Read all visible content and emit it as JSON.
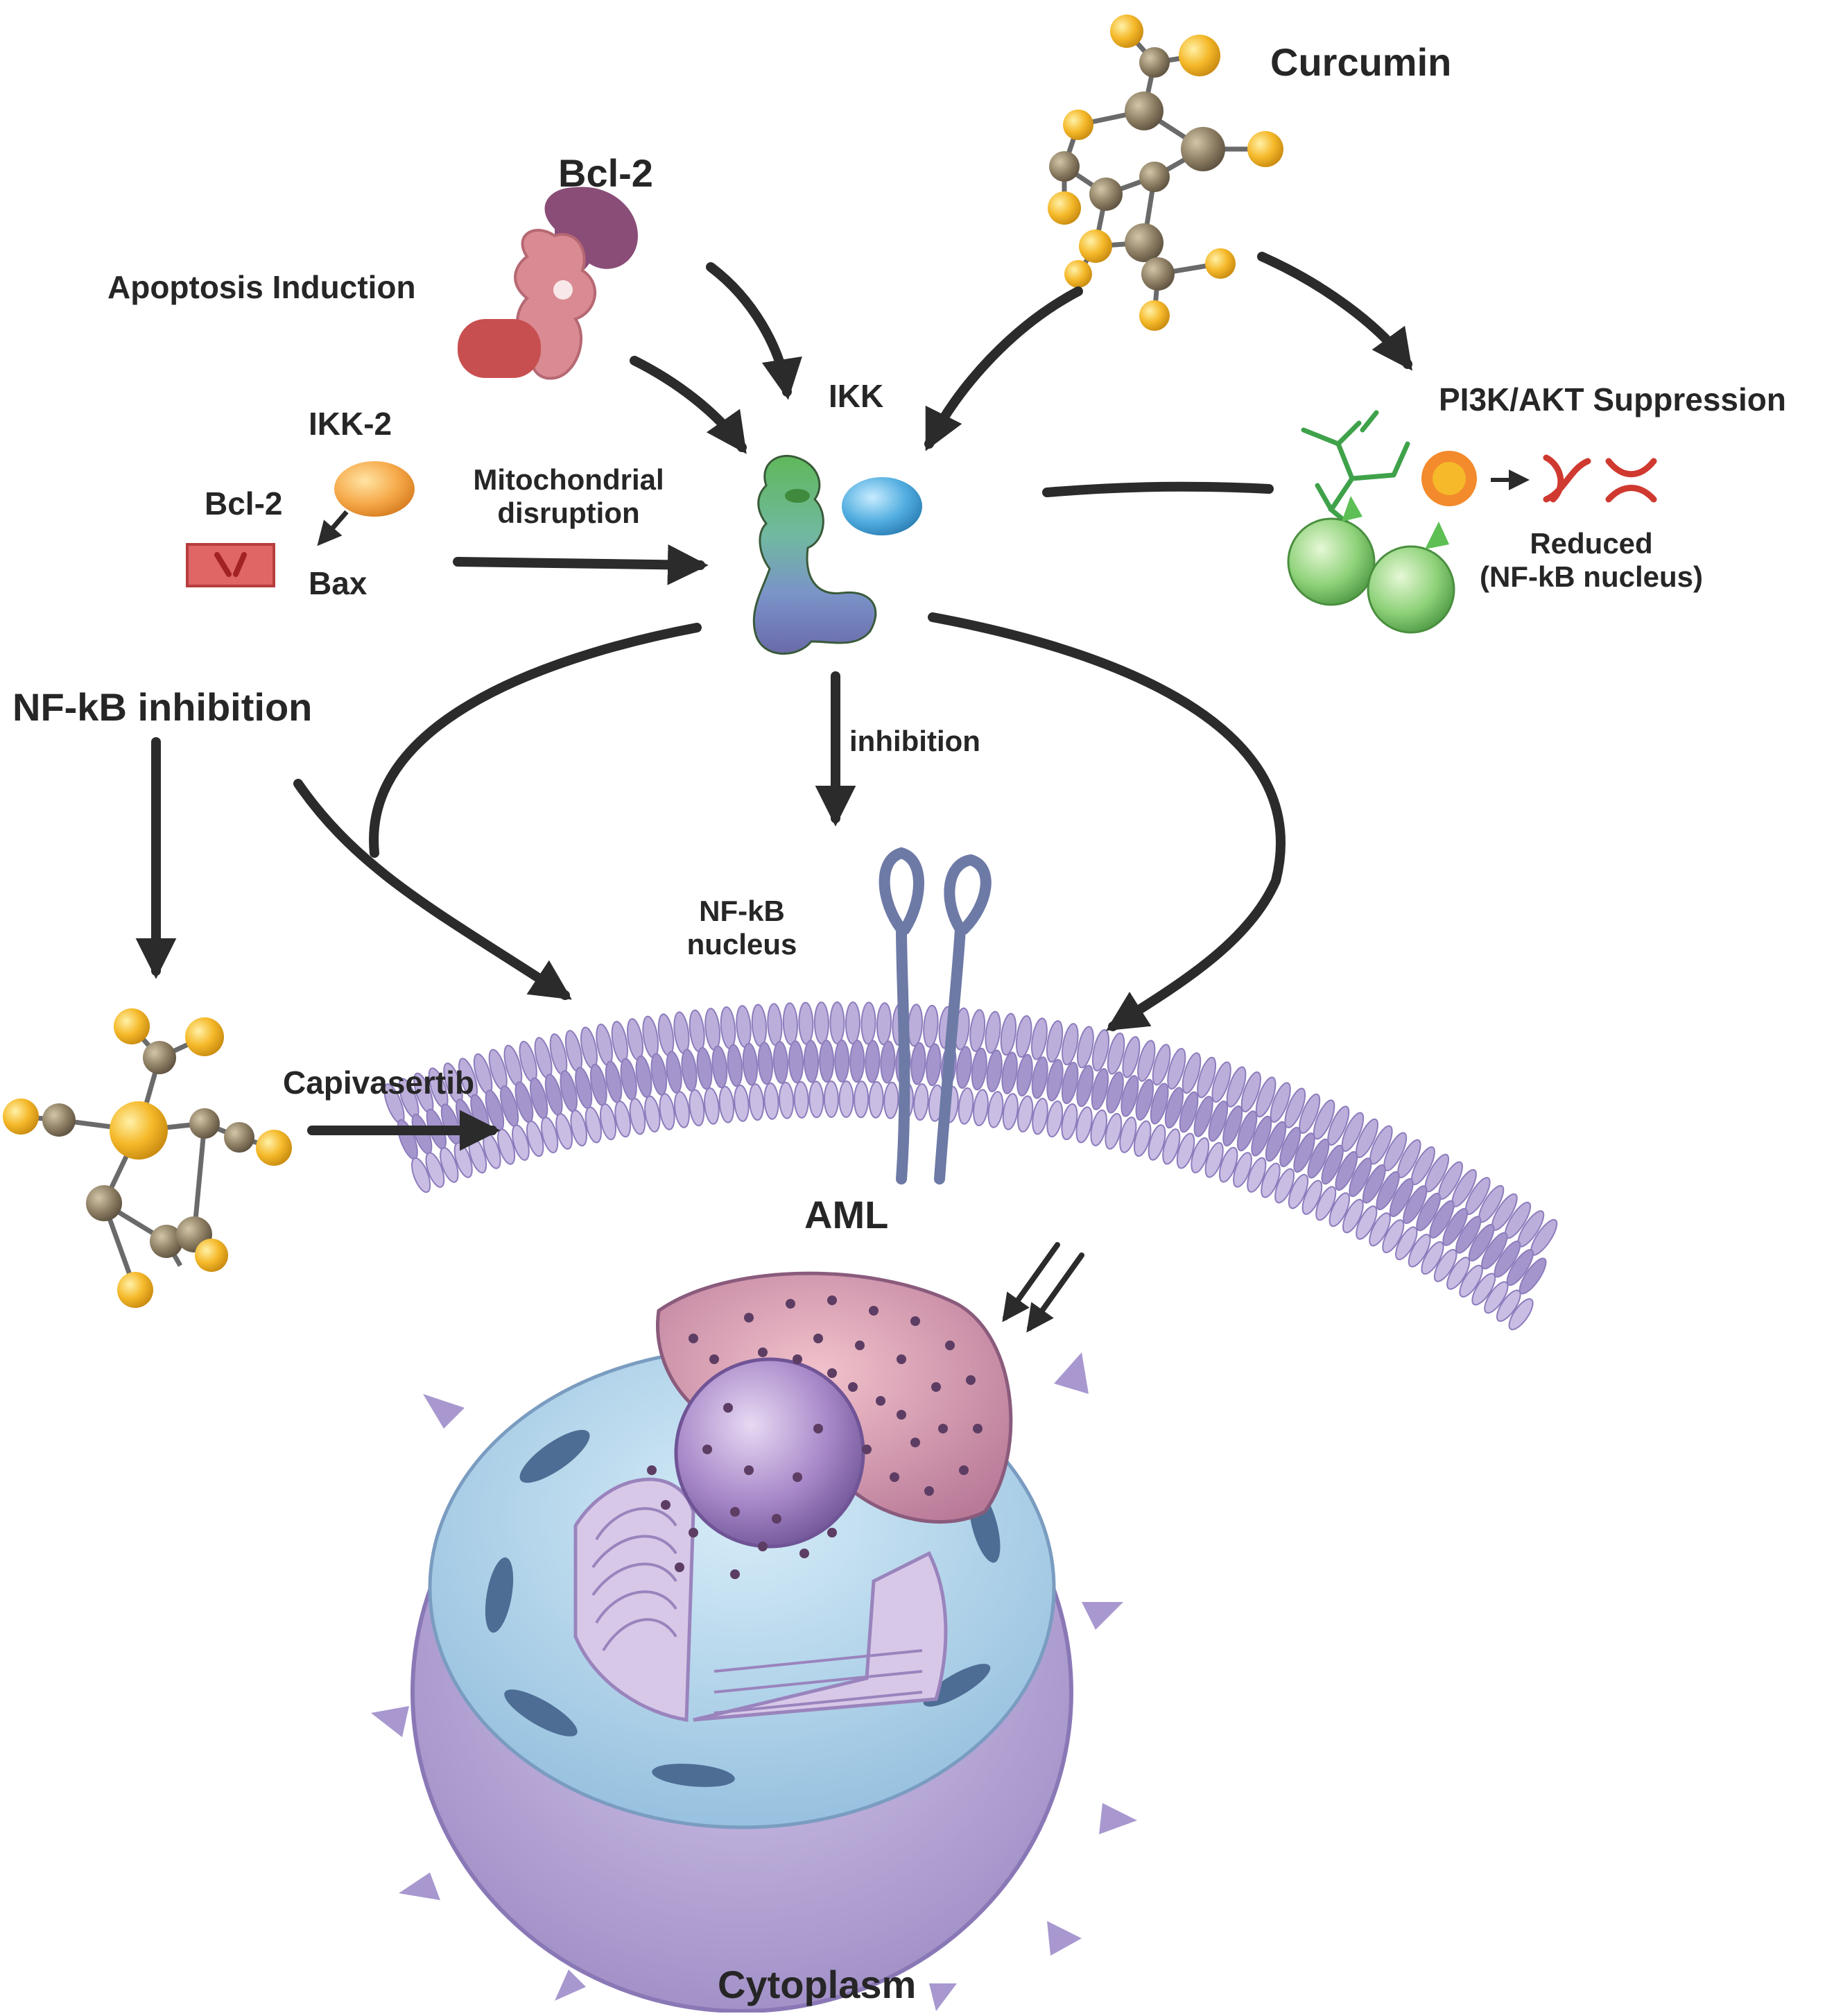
{
  "labels": {
    "curcumin": "Curcumin",
    "bcl2_top": "Bcl-2",
    "apoptosis_induction": "Apoptosis Induction",
    "ikk": "IKK",
    "pi3k_akt": "PI3K/AKT Suppression",
    "ikk2": "IKK-2",
    "bcl2_small": "Bcl-2",
    "bax": "Bax",
    "mito_line1": "Mitochondrial",
    "mito_line2": "disruption",
    "reduced_line1": "Reduced",
    "reduced_line2": "(NF-kB nucleus)",
    "nfkb_inhibition": "NF-kB inhibition",
    "inhibition": "inhibition",
    "nfkb_nucleus_line1": "NF-kB",
    "nfkb_nucleus_line2": "nucleus",
    "capivasertib": "Capivasertib",
    "aml": "AML",
    "cytoplasm": "Cytoplasm"
  },
  "colors": {
    "text": "#262626",
    "arrow": "#2b2b2b",
    "molecule_carbon": "#8c7d62",
    "molecule_oxygen": "#f5b92a",
    "ikk_green": "#5fb85a",
    "ikk_blue": "#52aee0",
    "ikk_purple": "#7c7fb8",
    "bcl2_purple": "#8a4d78",
    "bcl2_pink": "#d98a92",
    "bcl2_red": "#c84f4f",
    "membrane": "#b7a9d6",
    "receptor": "#6d7aa6",
    "cell_outer": "#b6a6d6",
    "cell_inner": "#a9cbe6",
    "nucleus_pink": "#c78aa6",
    "nucleolus": "#a787c8"
  }
}
